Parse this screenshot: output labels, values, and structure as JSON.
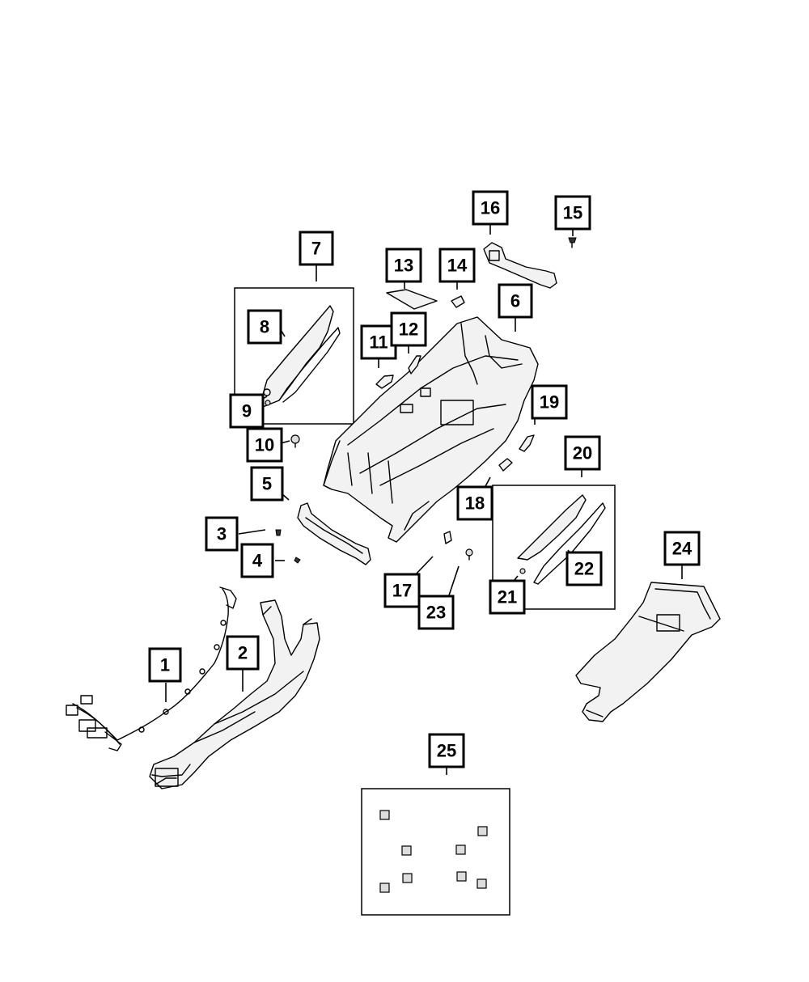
{
  "callouts": [
    {
      "id": "1",
      "label": "1"
    },
    {
      "id": "2",
      "label": "2"
    },
    {
      "id": "3",
      "label": "3"
    },
    {
      "id": "4",
      "label": "4"
    },
    {
      "id": "5",
      "label": "5"
    },
    {
      "id": "6",
      "label": "6"
    },
    {
      "id": "7",
      "label": "7"
    },
    {
      "id": "8",
      "label": "8"
    },
    {
      "id": "9",
      "label": "9"
    },
    {
      "id": "10",
      "label": "10"
    },
    {
      "id": "11",
      "label": "11"
    },
    {
      "id": "12",
      "label": "12"
    },
    {
      "id": "13",
      "label": "13"
    },
    {
      "id": "14",
      "label": "14"
    },
    {
      "id": "15",
      "label": "15"
    },
    {
      "id": "16",
      "label": "16"
    },
    {
      "id": "17",
      "label": "17"
    },
    {
      "id": "18",
      "label": "18"
    },
    {
      "id": "19",
      "label": "19"
    },
    {
      "id": "20",
      "label": "20"
    },
    {
      "id": "21",
      "label": "21"
    },
    {
      "id": "22",
      "label": "22"
    },
    {
      "id": "23",
      "label": "23"
    },
    {
      "id": "24",
      "label": "24"
    },
    {
      "id": "25",
      "label": "25"
    }
  ]
}
